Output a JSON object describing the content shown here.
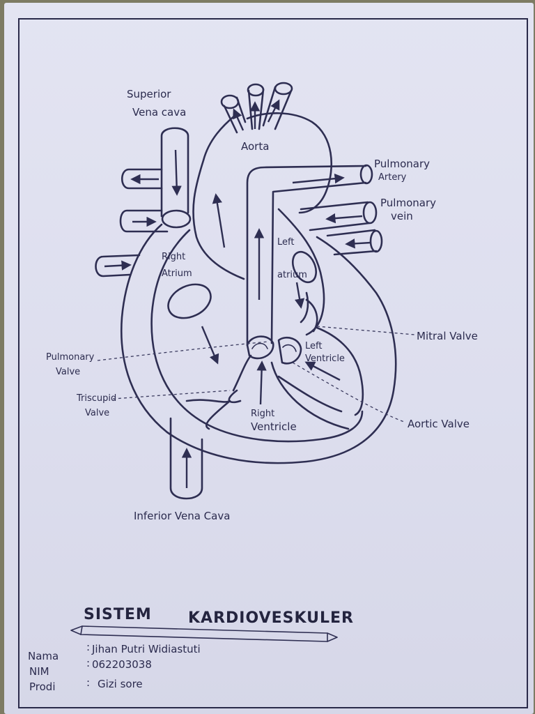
{
  "labels": {
    "superior_vena_cava_1": "Superior",
    "superior_vena_cava_2": "Vena cava",
    "aorta": "Aorta",
    "pulmonary_artery_1": "Pulmonary",
    "pulmonary_artery_2": "Artery",
    "pulmonary_vein_1": "Pulmonary",
    "pulmonary_vein_2": "vein",
    "right_atrium_1": "Right",
    "right_atrium_2": "Atrium",
    "left_atrium_1": "Left",
    "left_atrium_2": "atrium",
    "mitral_valve": "Mitral Valve",
    "left_ventricle_1": "Left",
    "left_ventricle_2": "Ventricle",
    "pulmonary_valve_1": "Pulmonary",
    "pulmonary_valve_2": "Valve",
    "tricuspid_valve_1": "Triscupid",
    "tricuspid_valve_2": "Valve",
    "right_ventricle_1": "Right",
    "right_ventricle_2": "Ventricle",
    "aortic_valve": "Aortic Valve",
    "inferior_vena_cava": "Inferior Vena Cava"
  },
  "title": {
    "word1": "SISTEM",
    "word2": "KARDIOVESKULER"
  },
  "info": {
    "name_label": "Nama",
    "name_value": "Jihan Putri Widiastuti",
    "nim_label": "NIM",
    "nim_value": "062203038",
    "prodi_label": "Prodi",
    "prodi_value": "Gizi sore"
  },
  "colors": {
    "ink": "#2e2e52",
    "paper": "#e0e1f0"
  }
}
